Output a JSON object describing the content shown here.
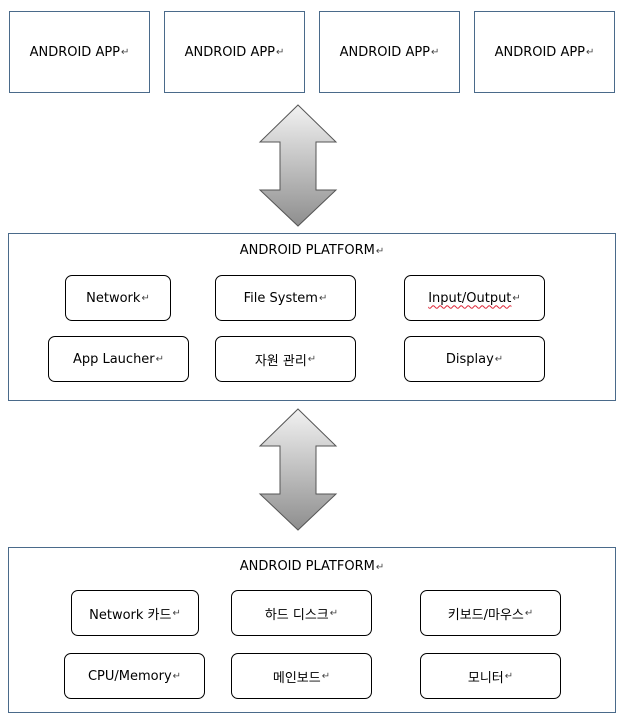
{
  "apps": [
    "ANDROID APP",
    "ANDROID APP",
    "ANDROID APP",
    "ANDROID APP"
  ],
  "platform": {
    "title": "ANDROID PLATFORM",
    "items": [
      "Network",
      "File System",
      "Input/Output",
      "App Laucher",
      "자원 관리",
      "Display"
    ]
  },
  "hardware": {
    "title": "ANDROID PLATFORM",
    "items": [
      "Network 카드",
      "하드 디스크",
      "키보드/마우스",
      "CPU/Memory",
      "메인보드",
      "모니터"
    ]
  },
  "para_mark": "↵",
  "colors": {
    "arrow_top": "#f2f2f2",
    "arrow_bottom": "#8e8e8e",
    "border": "#4a6a8a"
  }
}
